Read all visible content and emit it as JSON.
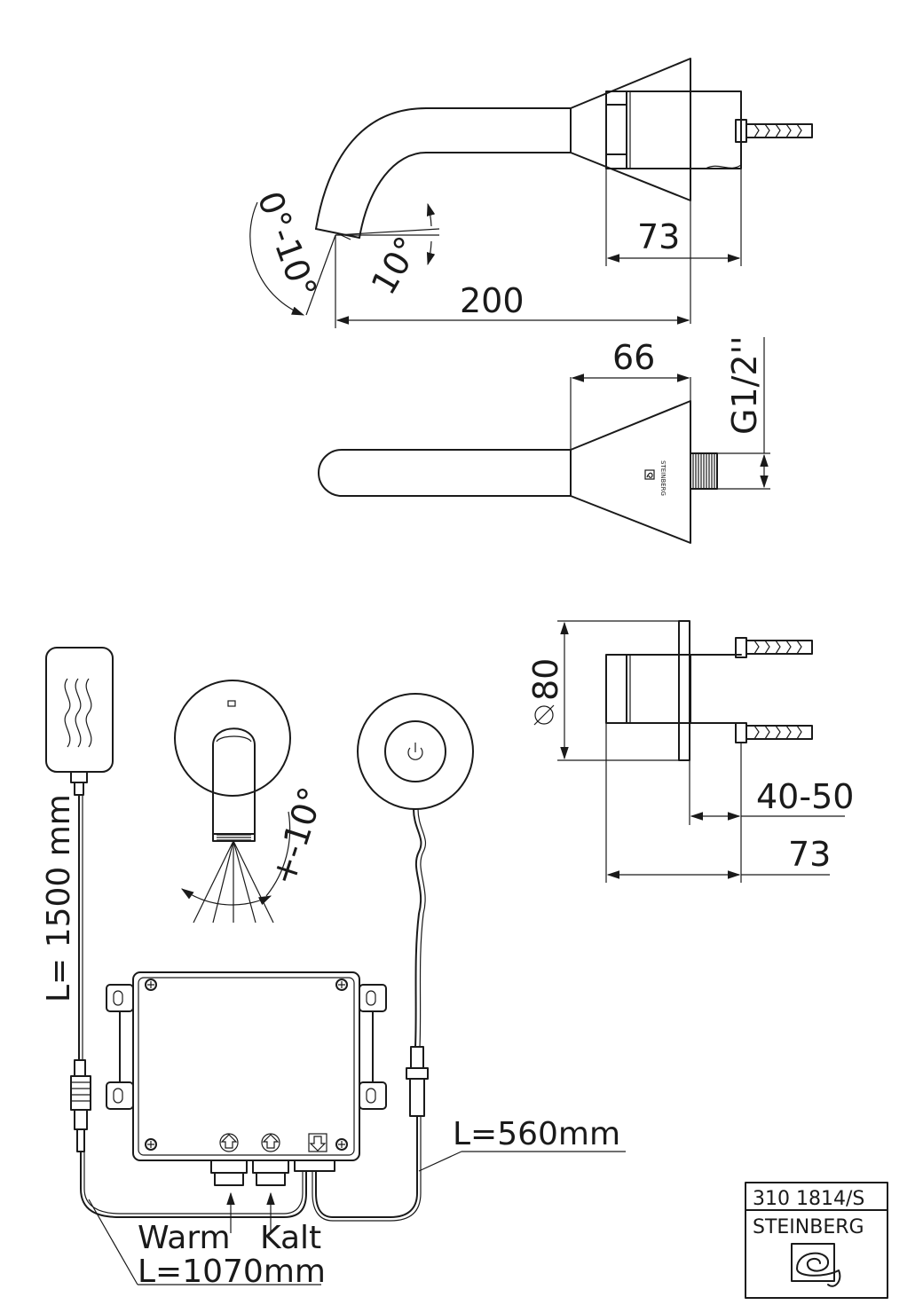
{
  "dimensions": {
    "side_depth": "73",
    "side_length": "200",
    "spout_tilt": "10°",
    "spout_range": "0°-10°",
    "top_depth": "66",
    "thread": "G1/2''",
    "diameter": "80",
    "wall_range": "40-50",
    "bottom_depth": "73",
    "swivel": "+-10°"
  },
  "labels": {
    "cable_power": "L= 1500 mm",
    "cable_sensor": "L=560mm",
    "warm": "Warm",
    "kalt": "Kalt",
    "cable_hose": "L=1070mm"
  },
  "title_block": {
    "part_number": "310 1814/S",
    "brand": "STEINBERG"
  },
  "icons": {
    "logo": "steinberg-logo-icon",
    "power": "power-icon",
    "inlet": "arrow-up-icon",
    "outlet": "arrow-down-icon"
  }
}
